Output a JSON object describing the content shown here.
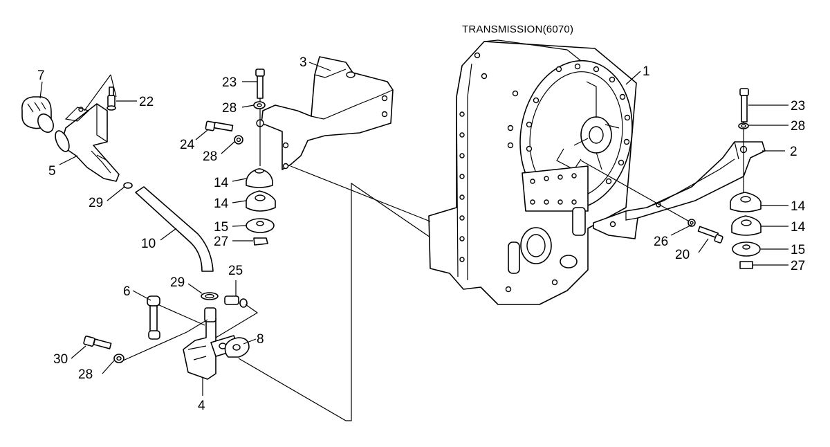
{
  "title": "TRANSMISSION(6070)",
  "callouts": {
    "c1": "1",
    "c2": "2",
    "c3": "3",
    "c4": "4",
    "c5": "5",
    "c6": "6",
    "c7": "7",
    "c8": "8",
    "c10": "10",
    "c14a": "14",
    "c14b": "14",
    "c14c": "14",
    "c14d": "14",
    "c15a": "15",
    "c15b": "15",
    "c20": "20",
    "c22": "22",
    "c23a": "23",
    "c23b": "23",
    "c24": "24",
    "c25": "25",
    "c26": "26",
    "c27a": "27",
    "c27b": "27",
    "c28a": "28",
    "c28b": "28",
    "c28c": "28",
    "c28d": "28",
    "c29a": "29",
    "c29b": "29",
    "c30": "30"
  }
}
